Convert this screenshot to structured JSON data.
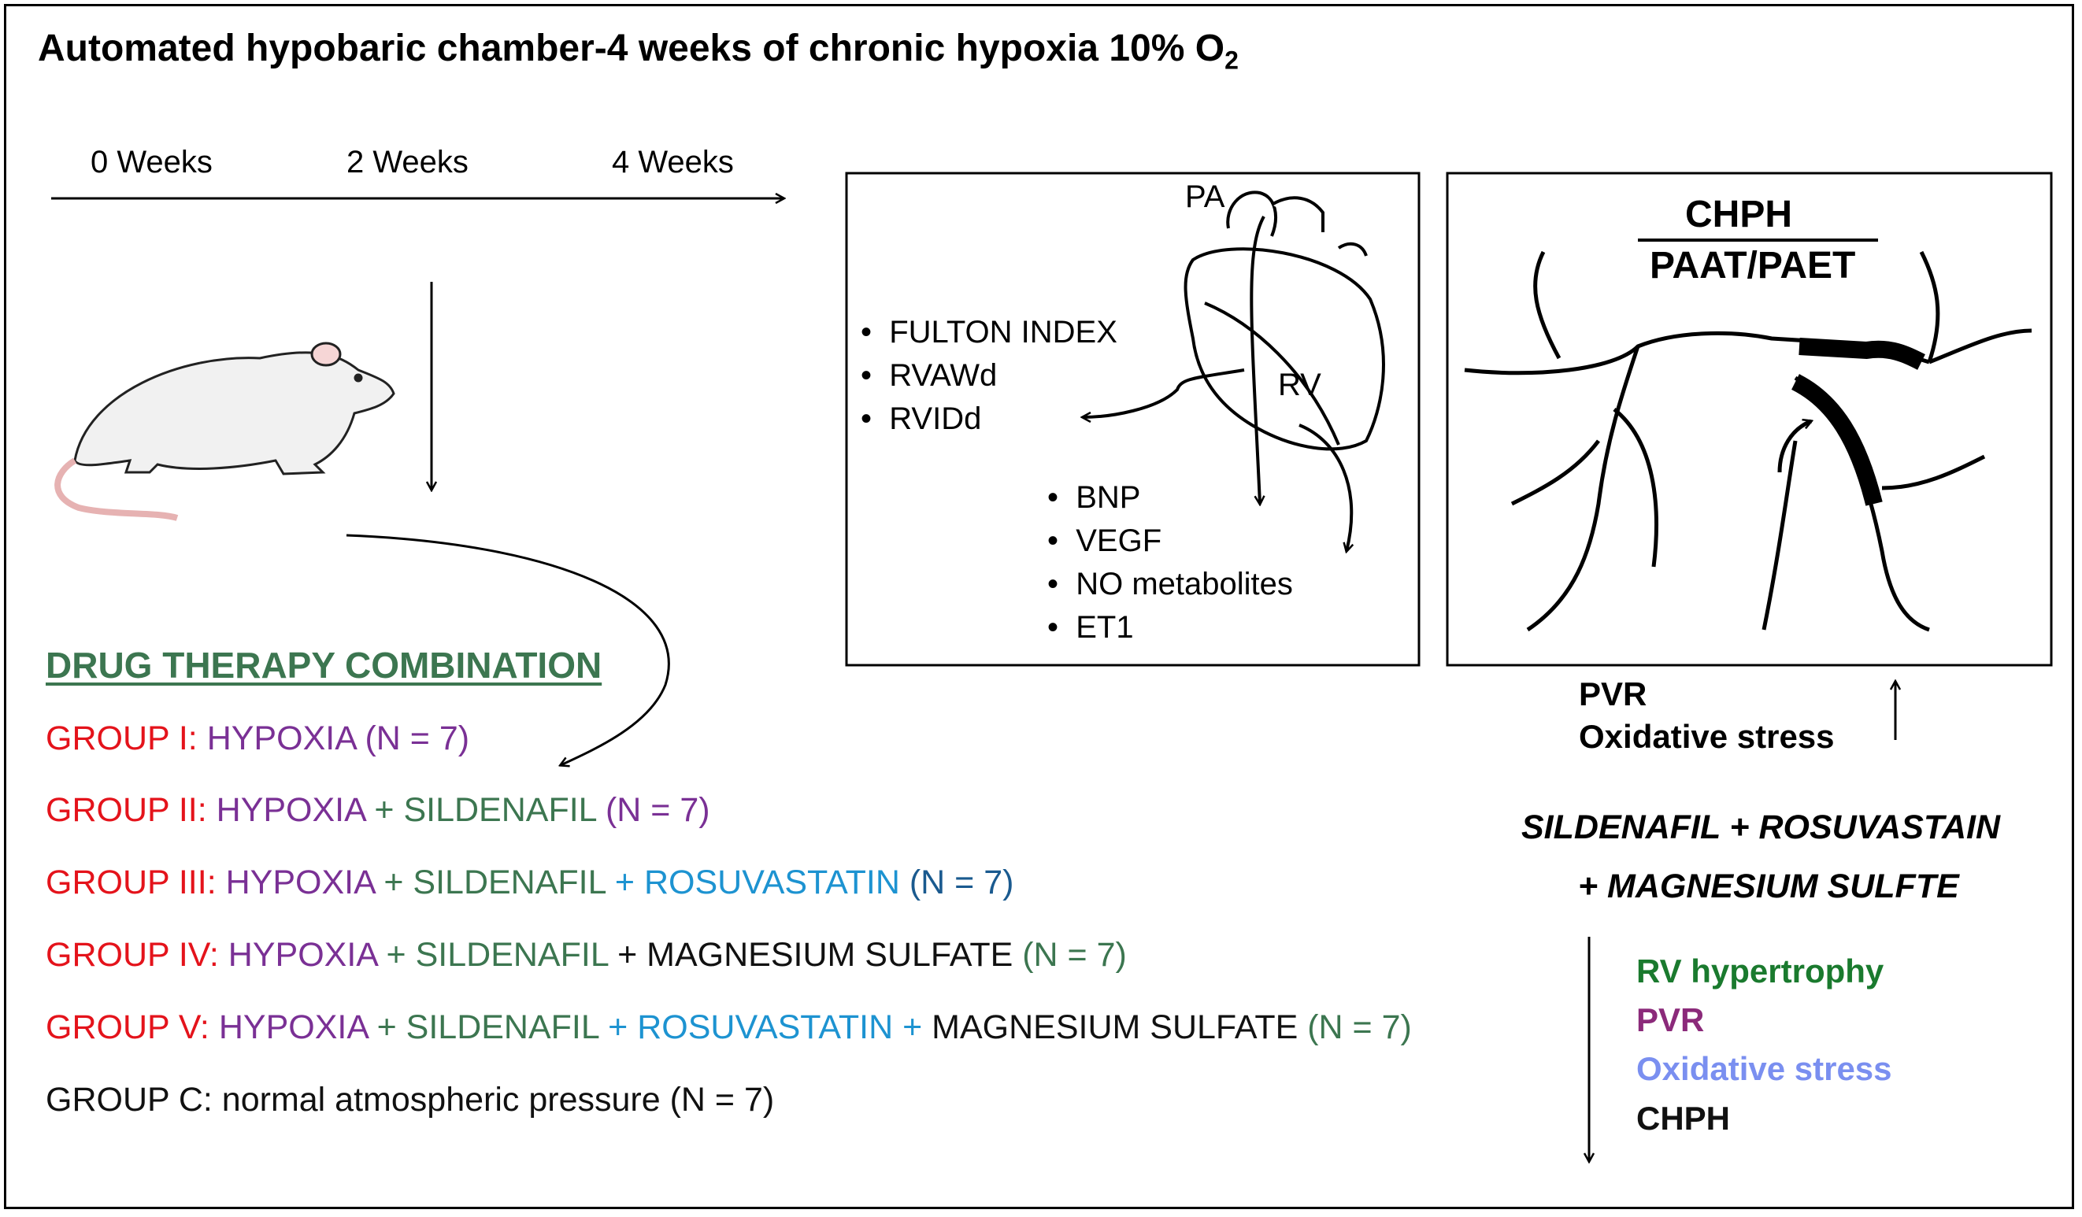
{
  "title": "Automated hypobaric chamber-4 weeks of chronic hypoxia 10% O",
  "title_subscript": "2",
  "timeline": {
    "weeks": [
      "0 Weeks",
      "2 Weeks",
      "4 Weeks"
    ]
  },
  "heart_box": {
    "labels": {
      "pa": "PA",
      "rv": "RV"
    },
    "measures_left": [
      "FULTON INDEX",
      "RVAWd",
      "RVIDd"
    ],
    "measures_bottom": [
      "BNP",
      "VEGF",
      "NO metabolites",
      "ET1"
    ]
  },
  "lung_box": {
    "label_top": "CHPH",
    "label_bottom": "PAAT/PAET"
  },
  "pvr_increase": [
    "PVR",
    "Oxidative stress"
  ],
  "drug_therapy": {
    "heading": "DRUG THERAPY COMBINATION",
    "groups": [
      {
        "g": "GROUP I: ",
        "p1": "HYPOXIA ",
        "n": "(N = 7)"
      },
      {
        "g": "GROUP II: ",
        "p1": "HYPOXIA ",
        "plus1": "+ ",
        "s": "SILDENAFIL ",
        "n": "(N = 7)"
      },
      {
        "g": "GROUP III: ",
        "p1": "HYPOXIA ",
        "plus1": "+ ",
        "s": "SILDENAFIL ",
        "plus2": "+ ",
        "r": "ROSUVASTATIN ",
        "n": "(N = 7)"
      },
      {
        "g": "GROUP IV: ",
        "p1": "HYPOXIA ",
        "plus1": "+ ",
        "s": "SILDENAFIL ",
        "plus2": "+ ",
        "m": "MAGNESIUM SULFATE ",
        "n": "(N = 7)"
      },
      {
        "g": "GROUP V: ",
        "p1": "HYPOXIA ",
        "plus1": "+ ",
        "s": "SILDENAFIL ",
        "plus2": "+ ",
        "r": "ROSUVASTATIN ",
        "plus3": "+ ",
        "m": "MAGNESIUM SULFATE ",
        "n": "(N = 7)"
      },
      {
        "g": "GROUP C: normal atmospheric pressure ",
        "n": "(N = 7)"
      }
    ]
  },
  "combination": {
    "line1": "SILDENAFIL + ROSUVASTAIN",
    "line2": "+ MAGNESIUM SULFTE"
  },
  "effects": [
    {
      "label": "RV hypertrophy",
      "color": "#1a7a2e"
    },
    {
      "label": "PVR",
      "color": "#8b2a7a"
    },
    {
      "label": "Oxidative stress",
      "color": "#7a8ff0"
    },
    {
      "label": "CHPH",
      "color": "#111111"
    }
  ],
  "colors": {
    "group_label": "#e4131b",
    "hypoxia": "#7a3095",
    "sildenafil": "#3c7650",
    "rosuvastatin": "#1d93d1",
    "heading": "#3c7650"
  }
}
